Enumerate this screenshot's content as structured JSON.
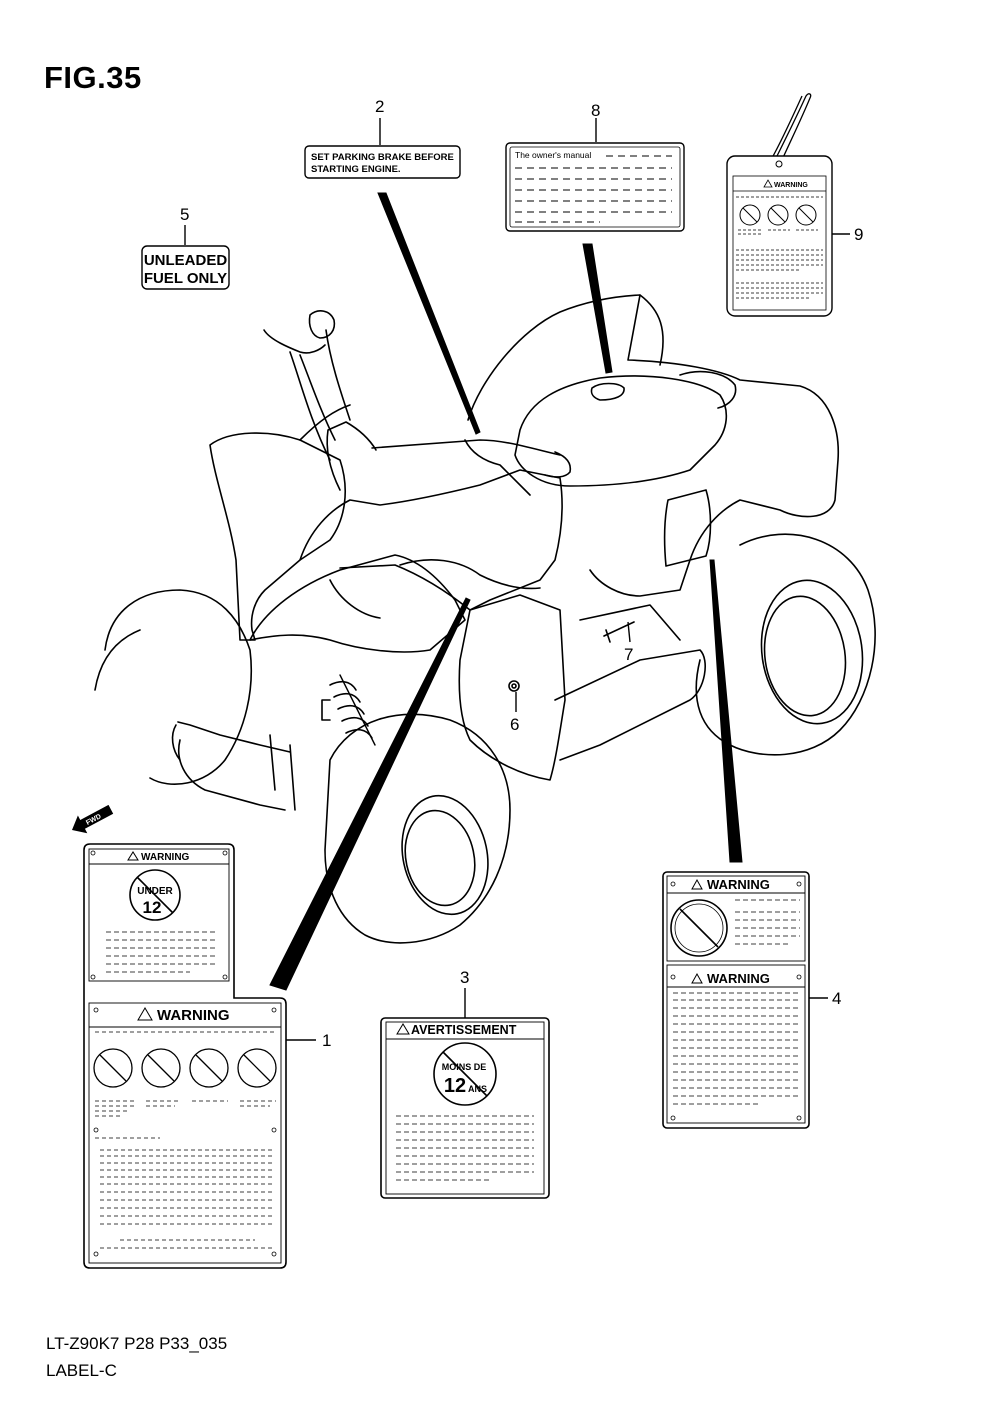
{
  "figure": {
    "title": "FIG.35"
  },
  "footer": {
    "model_code": "LT-Z90K7  P28  P33_035",
    "section_name": "LABEL-C"
  },
  "direction_arrow": {
    "text": "FWD"
  },
  "callouts": {
    "c1": "1",
    "c2": "2",
    "c3": "3",
    "c4": "4",
    "c5": "5",
    "c6": "6",
    "c7": "7",
    "c8": "8",
    "c9": "9"
  },
  "labels": {
    "parking_brake": {
      "line1": "SET PARKING BRAKE BEFORE",
      "line2": "STARTING ENGINE."
    },
    "unleaded": {
      "line1": "UNLEADED",
      "line2": "FUEL ONLY"
    },
    "owners_manual": {
      "heading": "The owner's manual"
    },
    "hang_tag": {
      "warning": "WARNING"
    },
    "label1": {
      "top_warning": "WARNING",
      "age_top": "UNDER",
      "age_num": "12",
      "bottom_warning": "WARNING"
    },
    "label3": {
      "heading": "AVERTISSEMENT",
      "age_top": "MOINS DE",
      "age_num": "12",
      "age_suffix": "ANS"
    },
    "label4": {
      "top_warning": "WARNING",
      "bottom_warning": "WARNING"
    }
  }
}
